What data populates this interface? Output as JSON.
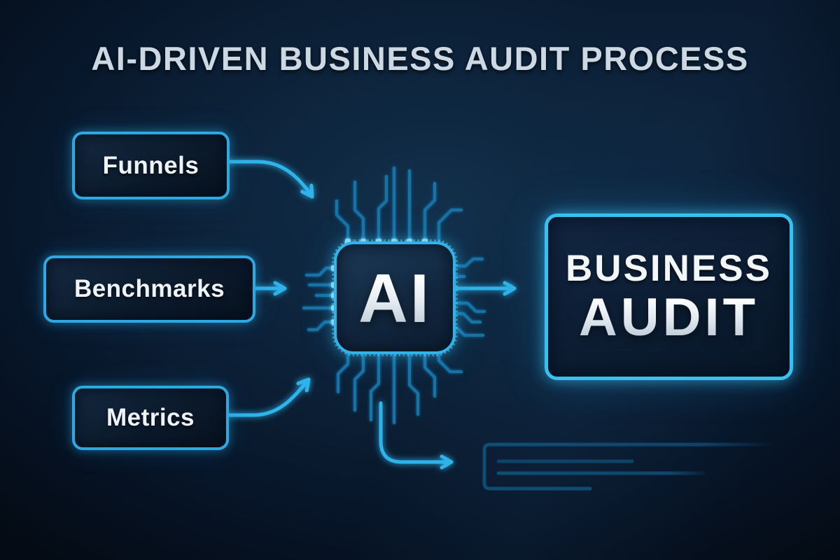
{
  "title": "AI-DRIVEN BUSINESS AUDIT PROCESS",
  "inputs": [
    {
      "id": "funnels",
      "label": "Funnels"
    },
    {
      "id": "benchmarks",
      "label": "Benchmarks"
    },
    {
      "id": "metrics",
      "label": "Metrics"
    }
  ],
  "chip": {
    "label": "AI"
  },
  "output": {
    "line1": "BUSINESS",
    "line2": "AUDIT"
  },
  "edges": [
    {
      "from": "funnels",
      "to": "ai"
    },
    {
      "from": "benchmarks",
      "to": "ai"
    },
    {
      "from": "metrics",
      "to": "ai"
    },
    {
      "from": "ai",
      "to": "business-audit"
    },
    {
      "from": "ai",
      "to": "report-placeholder"
    }
  ],
  "colors": {
    "background": "#0c2138",
    "accent_arrow": "#2db3ea",
    "node_border": "#2aa9e2",
    "trace": "#1573a6",
    "pad": "#a5ecff",
    "title_text": "#ccd8e4",
    "node_text": "#eef3f8",
    "report_line": "#11517c"
  }
}
